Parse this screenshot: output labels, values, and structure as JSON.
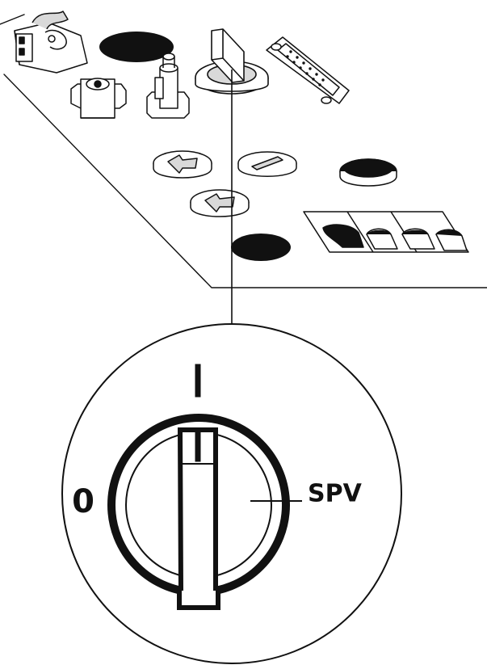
{
  "diagram": {
    "switch_positions": {
      "off": "0",
      "on": "I",
      "service": "SPV"
    },
    "colors": {
      "ink": "#111111",
      "panel_fill": "#ffffff",
      "part_gray": "#d9d9d9"
    }
  }
}
